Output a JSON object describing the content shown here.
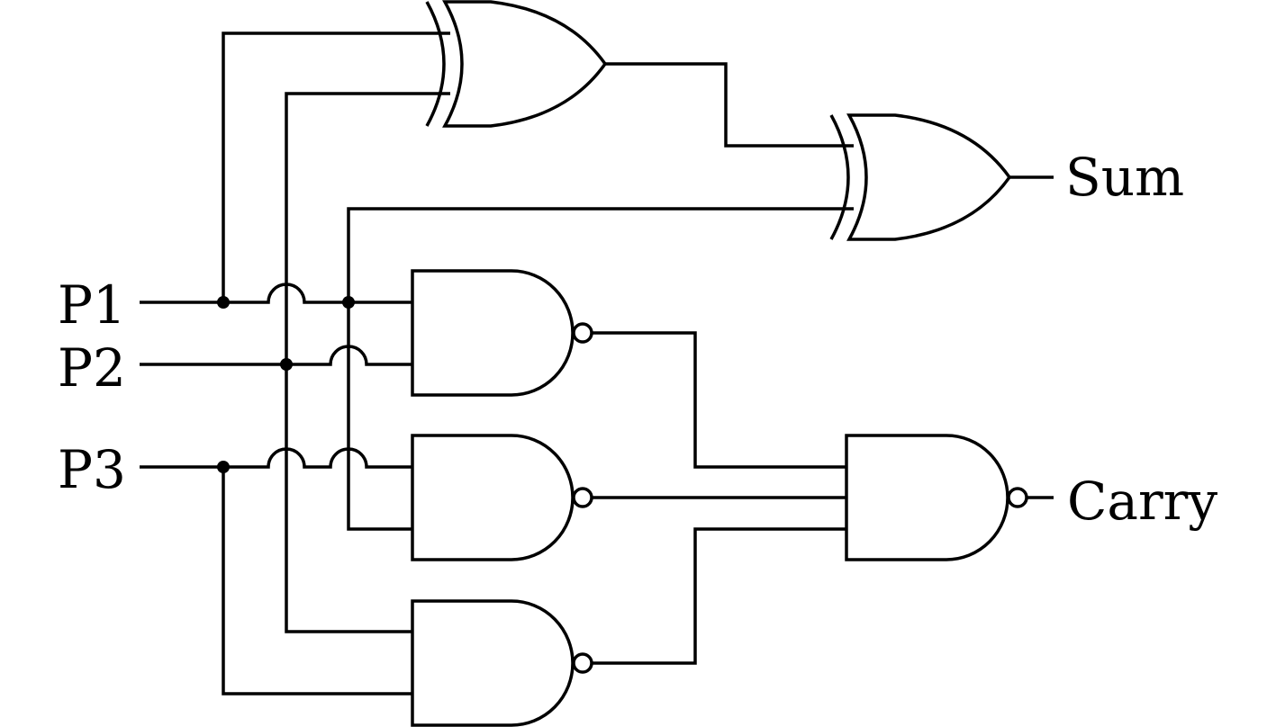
{
  "inputs": {
    "p1": "P1",
    "p2": "P2",
    "p3": "P3"
  },
  "outputs": {
    "sum": "Sum",
    "carry": "Carry"
  },
  "gates": [
    {
      "id": "xor1",
      "type": "XOR"
    },
    {
      "id": "xor2",
      "type": "XOR"
    },
    {
      "id": "nand1",
      "type": "NAND"
    },
    {
      "id": "nand2",
      "type": "NAND"
    },
    {
      "id": "nand3",
      "type": "NAND"
    },
    {
      "id": "nand-out",
      "type": "NAND"
    }
  ]
}
